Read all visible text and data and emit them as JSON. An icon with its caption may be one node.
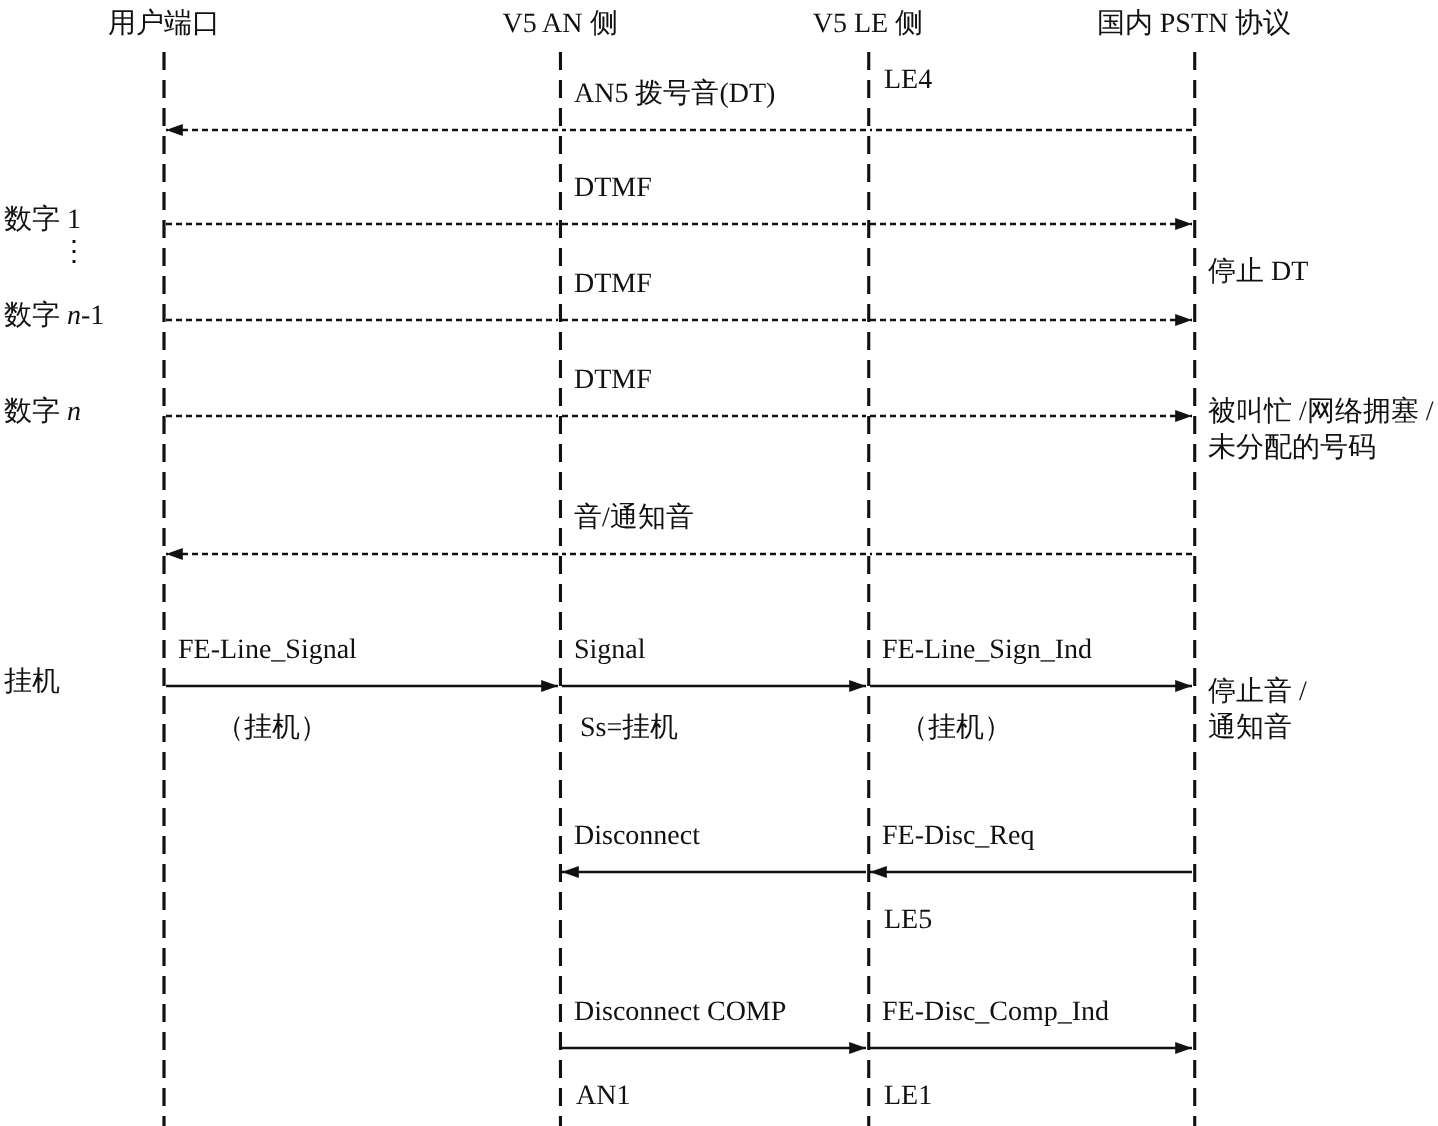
{
  "diagram": {
    "nodes": [
      {
        "text": [
          "用户端口"
        ]
      },
      {
        "text": [
          "V5 AN 侧"
        ]
      },
      {
        "text": [
          "V5 LE 侧"
        ]
      },
      {
        "text": [
          "国内 PSTN 协议"
        ]
      }
    ],
    "edges": [
      {
        "from": 3,
        "to": 2,
        "arrow": "none",
        "style": "dashed"
      },
      {
        "from": 2,
        "to": 1,
        "arrow": "none",
        "style": "dashed",
        "label": "AN5 拨号音(DT)"
      },
      {
        "from": 1,
        "to": 0,
        "arrow": "to",
        "style": "dashed"
      },
      {
        "from": 0,
        "to": 1,
        "arrow": "none",
        "style": "dashed"
      },
      {
        "from": 1,
        "to": 2,
        "arrow": "none",
        "style": "dashed",
        "label": "DTMF"
      },
      {
        "from": 2,
        "to": 3,
        "arrow": "to",
        "style": "dashed"
      },
      {
        "from": 0,
        "to": 1,
        "arrow": "none",
        "style": "dashed"
      },
      {
        "from": 1,
        "to": 2,
        "arrow": "none",
        "style": "dashed",
        "label": "DTMF"
      },
      {
        "from": 2,
        "to": 3,
        "arrow": "to",
        "style": "dashed"
      },
      {
        "from": 0,
        "to": 1,
        "arrow": "none",
        "style": "dashed"
      },
      {
        "from": 1,
        "to": 2,
        "arrow": "none",
        "style": "dashed",
        "label": "DTMF"
      },
      {
        "from": 2,
        "to": 3,
        "arrow": "to",
        "style": "dashed"
      },
      {
        "from": 3,
        "to": 2,
        "arrow": "none",
        "style": "dashed"
      },
      {
        "from": 2,
        "to": 1,
        "arrow": "none",
        "style": "dashed",
        "label": "音/通知音"
      },
      {
        "from": 1,
        "to": 0,
        "arrow": "to",
        "style": "dashed"
      },
      {
        "from": 0,
        "to": 1,
        "arrow": "to",
        "label": "FE-Line_Signal"
      },
      {
        "from": 1,
        "to": 2,
        "arrow": "to",
        "label": "Signal"
      },
      {
        "from": 2,
        "to": 3,
        "arrow": "to",
        "label": "FE-Line_Sign_Ind"
      },
      {
        "from": 3,
        "to": 2,
        "arrow": "to",
        "label": "FE-Disc_Req"
      },
      {
        "from": 2,
        "to": 1,
        "arrow": "to",
        "label": "Disconnect"
      },
      {
        "from": 1,
        "to": 2,
        "arrow": "to",
        "label": "Disconnect COMP"
      },
      {
        "from": 2,
        "to": 3,
        "arrow": "to",
        "label": "FE-Disc_Comp_Ind"
      }
    ],
    "labels": [
      "LE4",
      "数字 1",
      "⋮",
      "数字 *n*-1",
      "停止 DT",
      "数字 *n*",
      "被叫忙 /网络拥塞 /未分配的号码",
      "挂机",
      "（挂机）",
      "Ss=挂机",
      "（挂机）",
      "停止音 /通知音",
      "LE5",
      "AN1",
      "LE1"
    ]
  }
}
